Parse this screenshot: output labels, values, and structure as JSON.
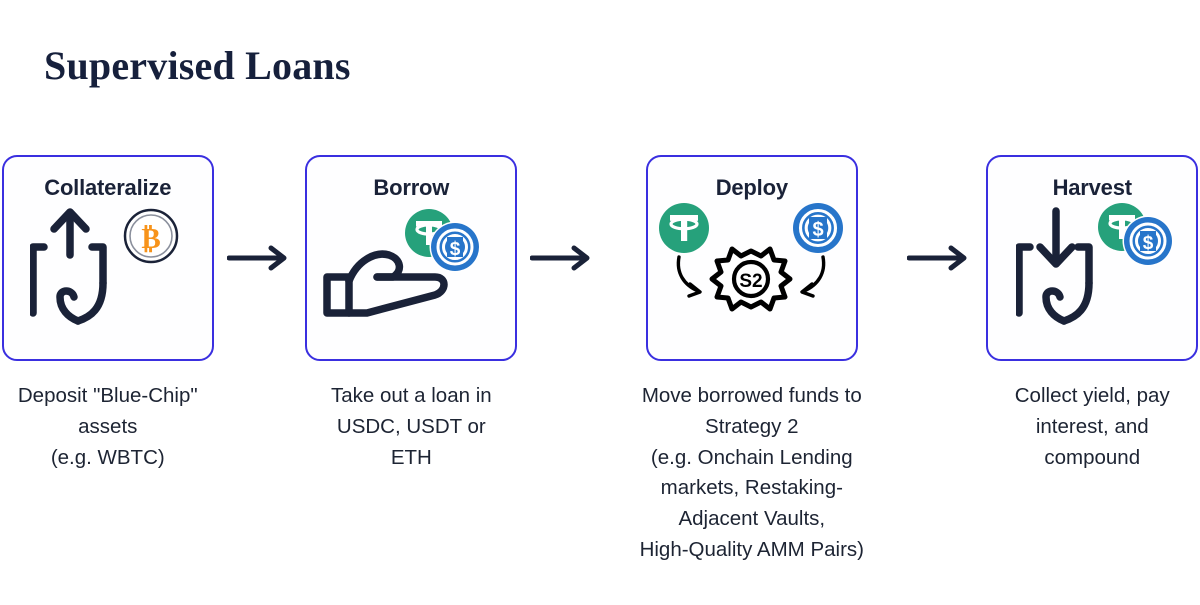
{
  "page": {
    "title": "Supervised Loans",
    "background": "#ffffff",
    "title_color": "#16203c",
    "card_border_color": "#3a2fe0",
    "text_color": "#1d2433",
    "arrow_color": "#1a2238"
  },
  "colors": {
    "bitcoin_orange": "#f7931a",
    "tether_green": "#26a17b",
    "usdc_blue": "#2775ca",
    "ink": "#1a2238"
  },
  "steps": [
    {
      "title": "Collateralize",
      "caption": "Deposit \"Blue-Chip\"\nassets\n(e.g. WBTC)",
      "icons": [
        "hand-up-arrow-icon",
        "bitcoin-coin-icon"
      ]
    },
    {
      "title": "Borrow",
      "caption": "Take out a loan in\nUSDC, USDT or\nETH",
      "icons": [
        "open-hand-icon",
        "tether-coin-icon",
        "usdc-coin-icon"
      ]
    },
    {
      "title": "Deploy",
      "caption": "Move borrowed funds to\nStrategy 2\n(e.g. Onchain Lending\nmarkets, Restaking-\nAdjacent Vaults,\nHigh-Quality AMM Pairs)",
      "icons": [
        "tether-coin-icon",
        "usdc-coin-icon",
        "gear-icon",
        "curved-arrow-icon"
      ],
      "gear_label": "S2"
    },
    {
      "title": "Harvest",
      "caption": "Collect yield, pay\ninterest, and\ncompound",
      "icons": [
        "hand-down-arrow-icon",
        "tether-coin-icon",
        "usdc-coin-icon"
      ]
    }
  ],
  "connectors": [
    {
      "name": "arrow-1",
      "glyph": "right-arrow-icon"
    },
    {
      "name": "arrow-2",
      "glyph": "right-arrow-icon"
    },
    {
      "name": "arrow-3",
      "glyph": "right-arrow-icon"
    }
  ]
}
